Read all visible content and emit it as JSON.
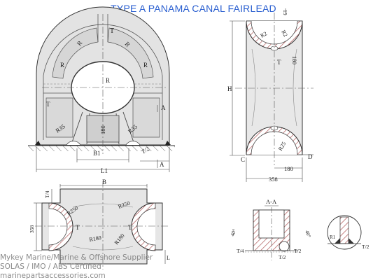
{
  "title": "TYPE A PANAMA CANAL FAIRLEAD",
  "labels": {
    "R": "R",
    "T": "T",
    "A": "A",
    "B1": "B1",
    "L1": "L1",
    "H": "H",
    "D": "D",
    "C": "C",
    "B": "B",
    "L": "L",
    "T2": "T/2",
    "T4": "T/4",
    "R35": "R35",
    "R25": "R25",
    "R180": "R180",
    "R250": "R250",
    "d180": "180",
    "d358": "358",
    "d15": "15",
    "R2": "R2",
    "AA": "A-A",
    "deg40": "40°",
    "r1": "R1"
  },
  "watermark": {
    "line1": "Mykey Marine/Marine & Offshore Supplier",
    "line2": "SOLAS / IMO / ABS Certified",
    "line3": "marinepartsaccessories.com"
  },
  "colors": {
    "title": "#2a5fd0",
    "casting": "#e3e3e3",
    "hatch": "#b86a6a",
    "line": "#333333"
  }
}
